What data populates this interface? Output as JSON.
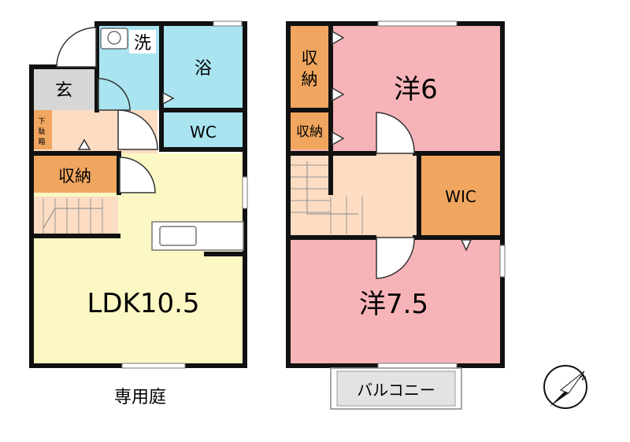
{
  "floor1": {
    "genkan": "玄",
    "getabako": [
      "下",
      "駄",
      "箱"
    ],
    "sennmen": "洗",
    "bath": "浴",
    "wc": "WC",
    "storage": "収納",
    "ldk": "LDK10.5"
  },
  "floor2": {
    "storage_a": [
      "収",
      "納"
    ],
    "storage_b": "収納",
    "room6": "洋6",
    "wic": "WIC",
    "room75": "洋7.5",
    "balcony": "バルコニー"
  },
  "garden": "専用庭",
  "compass": {
    "north": "N"
  },
  "colors": {
    "wall": "#111111",
    "ldk": "#fbf8c4",
    "bath": "#a9e4f0",
    "storage": "#f0a65f",
    "floor": "#fcdcc2",
    "genkan": "#d6d6d6",
    "bedroom": "#f7b4b8",
    "balcony": "#e3e3e3"
  }
}
